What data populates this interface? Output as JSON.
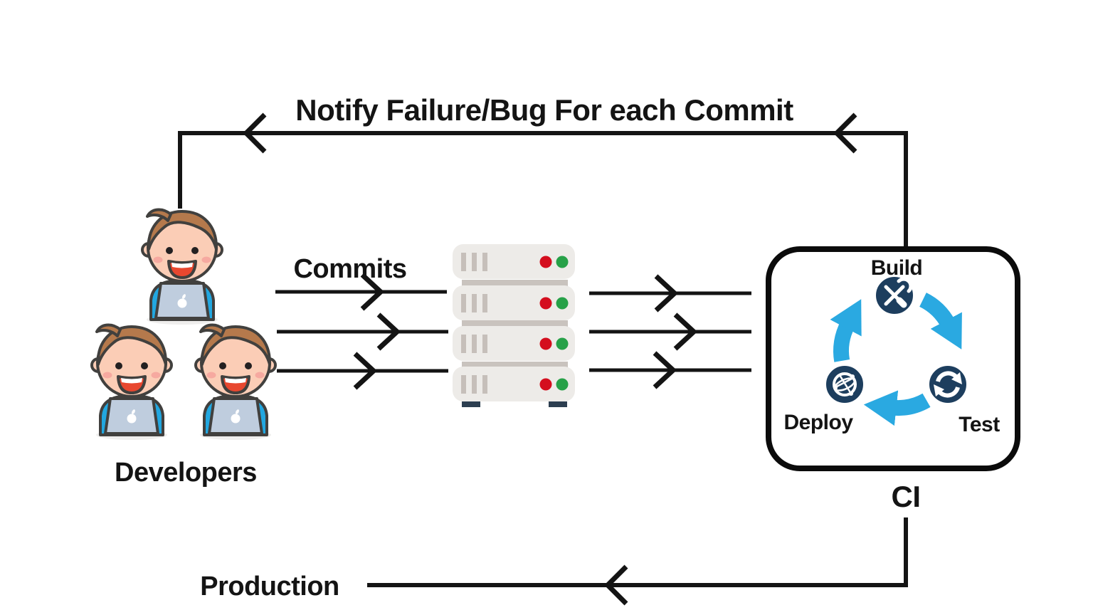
{
  "diagram": {
    "type": "ci-workflow-flow-diagram",
    "labels": {
      "notify": "Notify Failure/Bug For each Commit",
      "commits": "Commits",
      "developers": "Developers",
      "build": "Build",
      "test": "Test",
      "deploy": "Deploy",
      "ci": "CI",
      "production": "Production"
    },
    "flow": {
      "edges": [
        {
          "from": "Developers",
          "to": "Servers",
          "label": "Commits",
          "count": 3
        },
        {
          "from": "Servers",
          "to": "CI",
          "label": "",
          "count": 3
        },
        {
          "from": "CI",
          "to": "Developers",
          "label": "Notify Failure/Bug For each Commit"
        },
        {
          "from": "CI",
          "to": "Production",
          "label": "Production"
        }
      ],
      "ci_cycle_steps": [
        "Build",
        "Test",
        "Deploy"
      ],
      "developer_count": 3,
      "server_count": 4
    },
    "colors": {
      "line": "#141414",
      "text": "#141414",
      "cycle_blue": "#2AA9E1",
      "node_navy": "#1D3E5E",
      "server_body": "#EDEBE8",
      "server_slot": "#C6BFBA",
      "server_connector": "#C9C3BE",
      "led_red": "#D40E1E",
      "led_green": "#27A148",
      "server_feet": "#2C3E50",
      "skin": "#FBCDB6",
      "hair": "#B5794C",
      "outline": "#41403E",
      "shirt_blue": "#22A7E0",
      "laptop_gray": "#BFCDDE",
      "blush_pink": "#F6A9A0",
      "mouth_red": "#E8472F"
    }
  }
}
